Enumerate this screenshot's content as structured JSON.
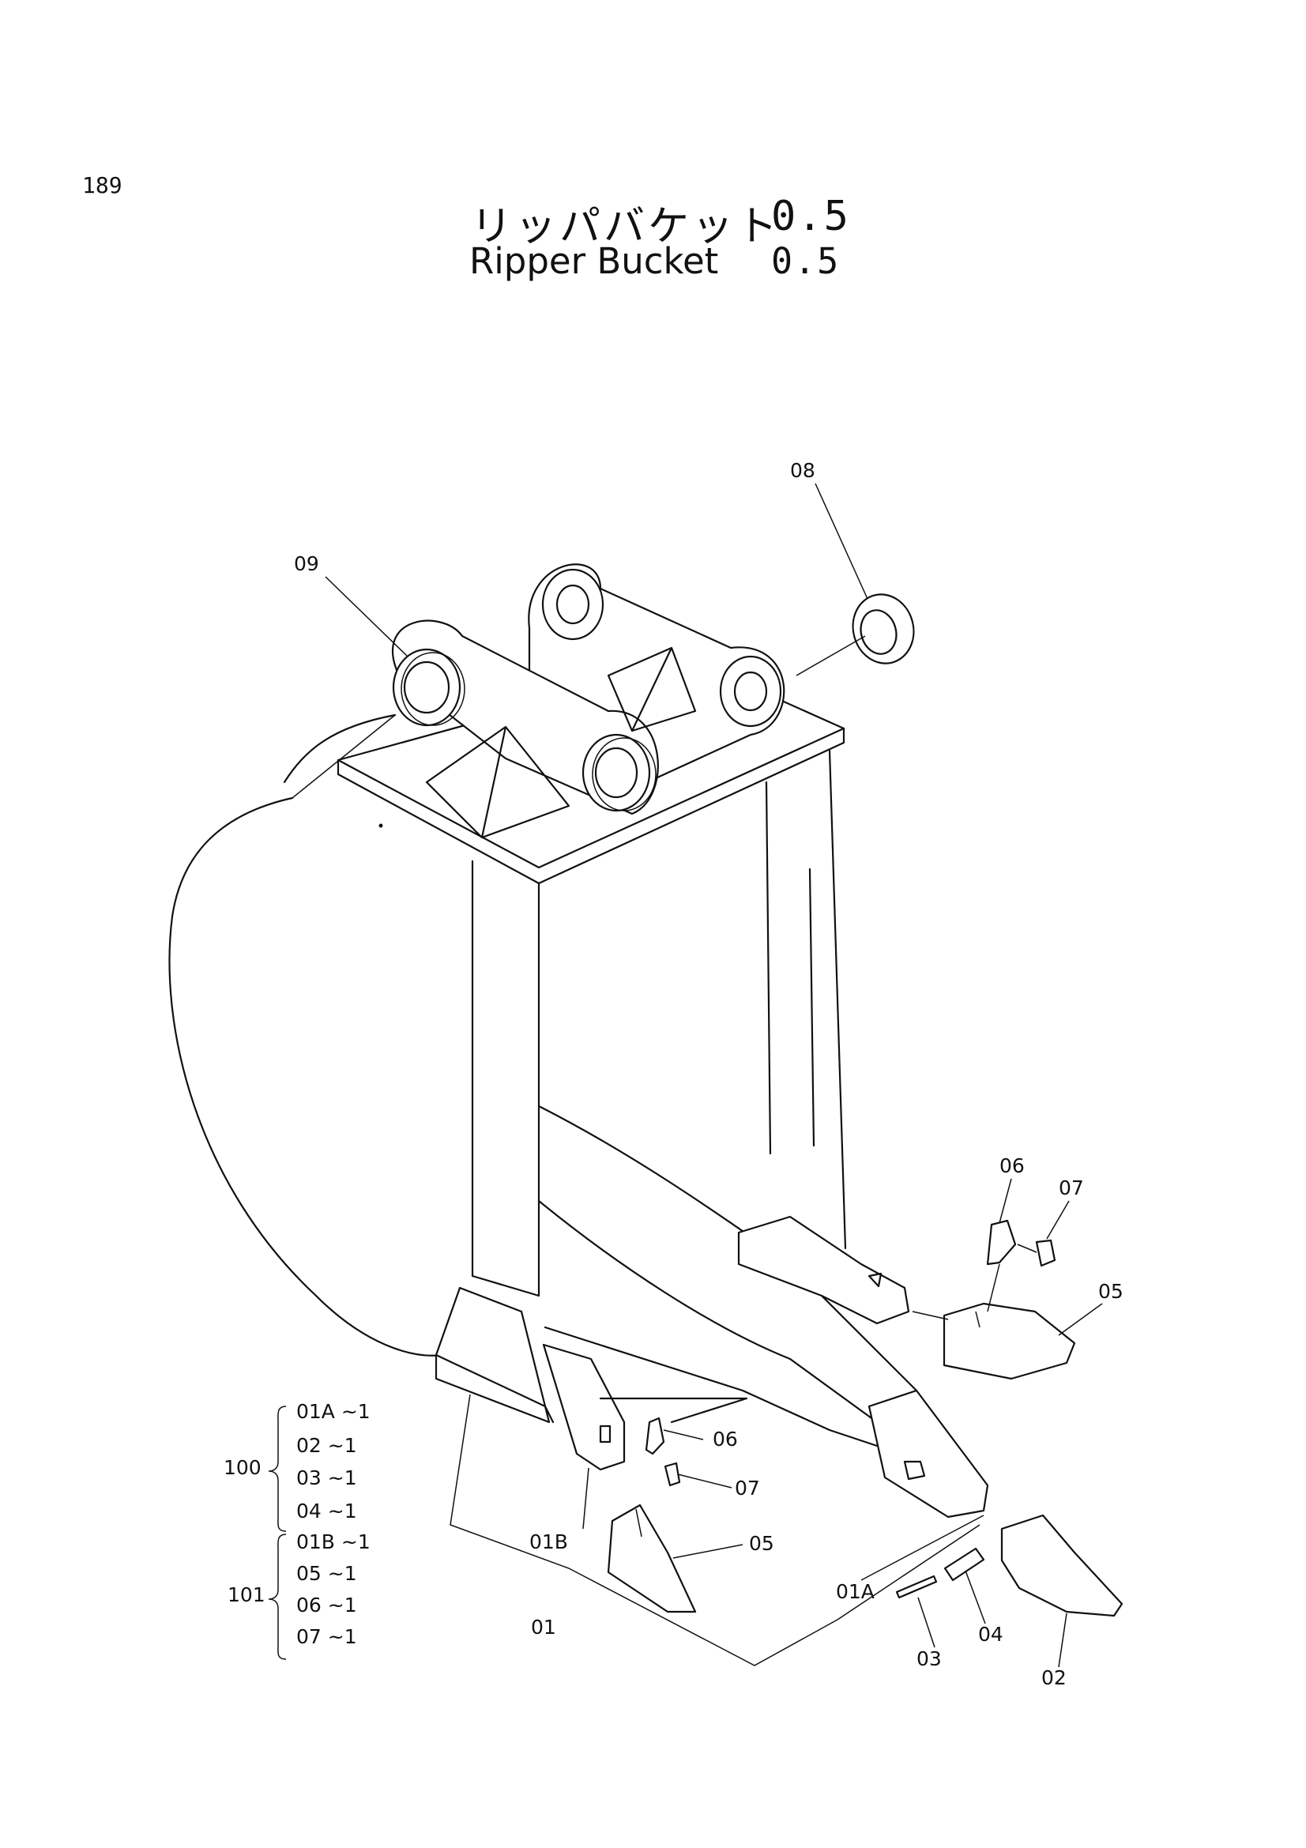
{
  "page_number": "189",
  "title_ja": "リッパバケット",
  "title_ja_value": "0.5",
  "title_en": "Ripper Bucket",
  "title_en_value": "0.5",
  "callouts": {
    "c08": "08",
    "c09": "09",
    "c06a": "06",
    "c07a": "07",
    "c05a": "05",
    "c06b": "06",
    "c07b": "07",
    "c05b": "05",
    "c01b": "01B",
    "c01a": "01A",
    "c01": "01",
    "c04": "04",
    "c03": "03",
    "c02": "02"
  },
  "groups": [
    {
      "id": "100",
      "items": [
        "01A ~1",
        "02 ~1",
        "03 ~1",
        "04 ~1"
      ]
    },
    {
      "id": "101",
      "items": [
        "01B ~1",
        "05 ~1",
        "06 ~1",
        "07 ~1"
      ]
    }
  ]
}
